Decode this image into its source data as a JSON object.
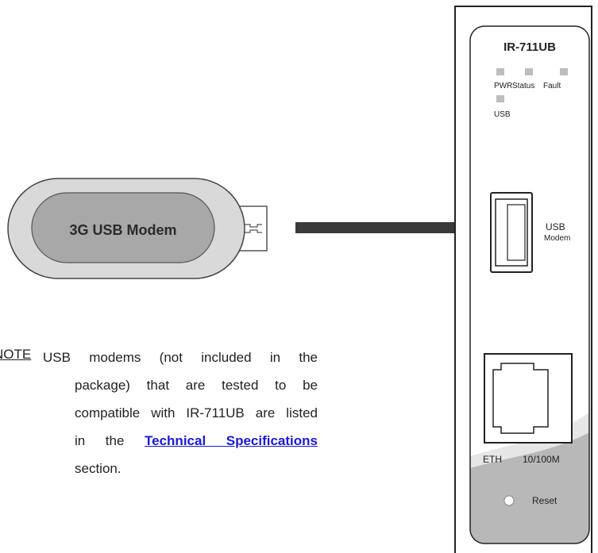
{
  "modem": {
    "label": "3G USB Modem"
  },
  "device": {
    "model": "IR-711UB",
    "leds": {
      "pwr": "PWR",
      "status": "Status",
      "fault": "Fault",
      "usb": "USB"
    },
    "usb_port": {
      "line1": "USB",
      "line2": "Modem"
    },
    "eth_port": {
      "label": "ETH",
      "speed": "10/100M"
    },
    "reset": {
      "label": "Reset"
    }
  },
  "note": {
    "label": "NOTE",
    "label_suffix": ":",
    "line1": "USB modems (not included in the",
    "line2": "package) that are tested to be",
    "line3": "compatible with IR-711UB are listed",
    "line4_prefix": "in the",
    "link_text": "Technical Specifications",
    "line5": "section."
  },
  "colors": {
    "device_outline": "#222222",
    "modem_shell": "#d9d9d9",
    "modem_label_area": "#a8a8a8",
    "arrow": "#3a3a3a",
    "led": "#bdbdbd",
    "panel_bottom": "#b8b8b8",
    "link": "#1a1ad6"
  }
}
